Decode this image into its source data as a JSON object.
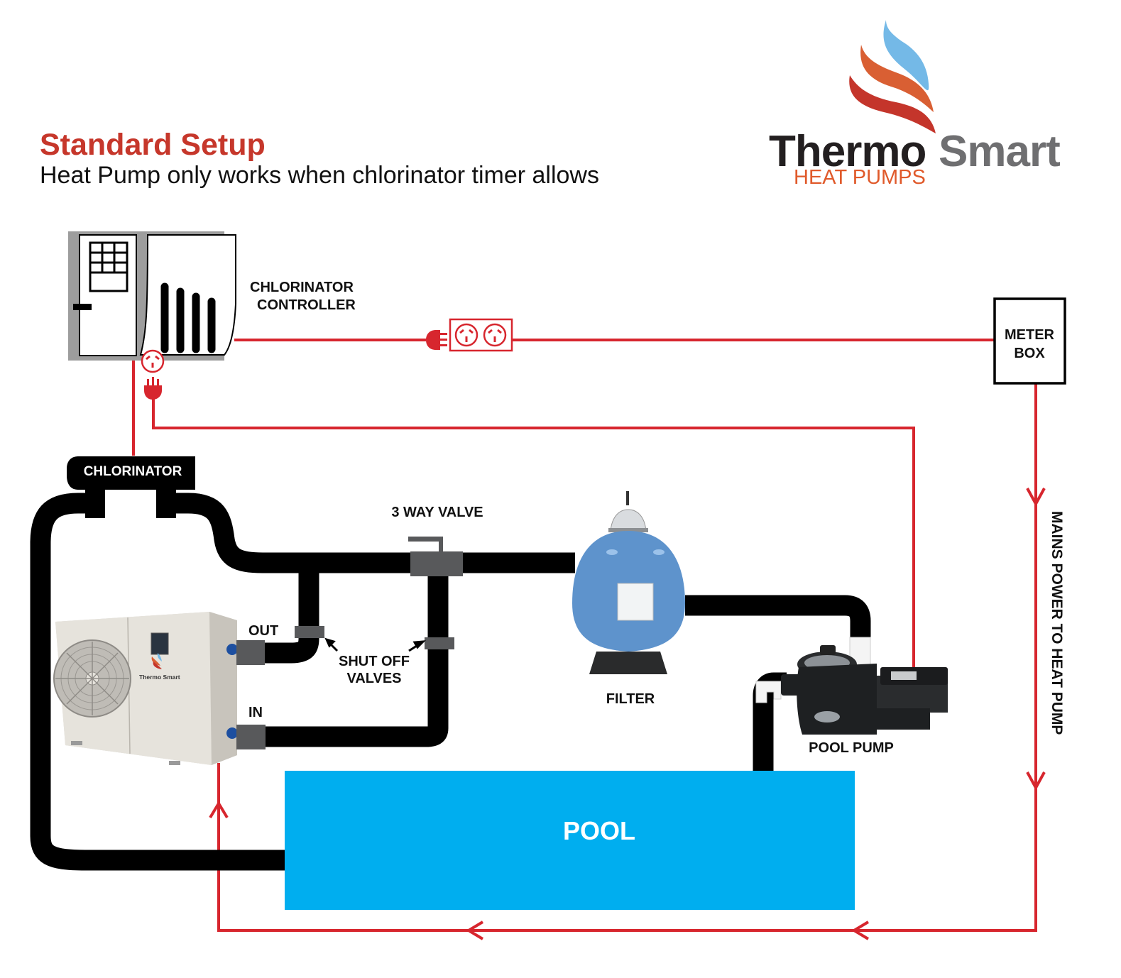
{
  "header": {
    "title": "Standard Setup",
    "subtitle": "Heat Pump only works when chlorinator timer allows"
  },
  "logo": {
    "word1": "Thermo",
    "word2": "Smart",
    "tagline": "HEAT PUMPS",
    "flame_colors": [
      "#74b9e7",
      "#d95f33",
      "#c4352b"
    ]
  },
  "components": {
    "chlorinator_controller": {
      "line1": "CHLORINATOR",
      "line2": "CONTROLLER"
    },
    "meter_box": {
      "line1": "METER",
      "line2": "BOX"
    },
    "chlorinator": "CHLORINATOR",
    "three_way_valve": "3 WAY VALVE",
    "shut_off_valves": {
      "line1": "SHUT OFF",
      "line2": "VALVES"
    },
    "heat_pump_out": "OUT",
    "heat_pump_in": "IN",
    "heat_pump_brand": "Thermo Smart",
    "filter": "FILTER",
    "pool_pump": "POOL PUMP",
    "pool": "POOL",
    "mains_power": "MAINS POWER TO HEAT PUMP"
  },
  "colors": {
    "power_line": "#d7262e",
    "pipe": "#000000",
    "valve": "#58595b",
    "pool": "#00aeef",
    "title": "#c6372b"
  }
}
